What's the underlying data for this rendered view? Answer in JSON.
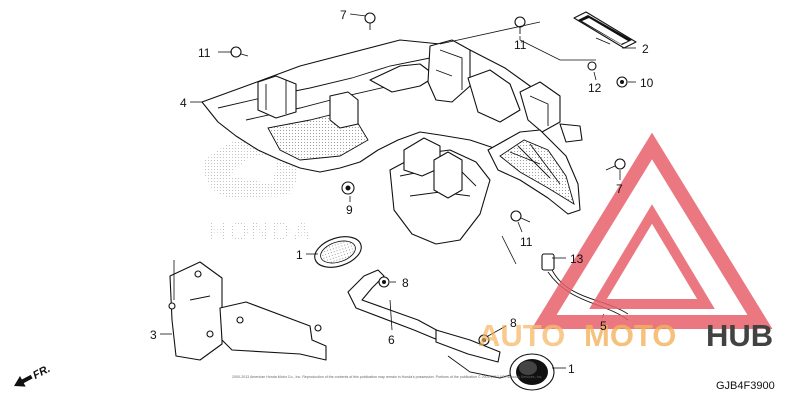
{
  "diagram": {
    "code": "GJB4F3900",
    "copyright": "2000-2013 American Honda Motor Co., Inc. Reproduction of the contents of this publication may remain in Honda's possession. Portions of the publication © 2001-2013 ARI Network Services, Inc.",
    "direction": "FR.",
    "callouts": [
      {
        "id": "c7a",
        "text": "7"
      },
      {
        "id": "c11a",
        "text": "11"
      },
      {
        "id": "c11b",
        "text": "11"
      },
      {
        "id": "c2",
        "text": "2"
      },
      {
        "id": "c4",
        "text": "4"
      },
      {
        "id": "c12",
        "text": "12"
      },
      {
        "id": "c10",
        "text": "10"
      },
      {
        "id": "c9",
        "text": "9"
      },
      {
        "id": "c7b",
        "text": "7"
      },
      {
        "id": "c11c",
        "text": "11"
      },
      {
        "id": "c1a",
        "text": "1"
      },
      {
        "id": "c8a",
        "text": "8"
      },
      {
        "id": "c13",
        "text": "13"
      },
      {
        "id": "c3",
        "text": "3"
      },
      {
        "id": "c6",
        "text": "6"
      },
      {
        "id": "c5",
        "text": "5"
      },
      {
        "id": "c8b",
        "text": "8"
      },
      {
        "id": "c1b",
        "text": "1"
      }
    ]
  },
  "watermark": {
    "auto": "AUTO",
    "moto": "MOTO",
    "hub": "HUB",
    "brand_bg": "HONDA",
    "colors": {
      "triangle": "#e8606a",
      "auto": "#f5b25a",
      "moto": "#f0a640",
      "hub": "#222222"
    }
  }
}
